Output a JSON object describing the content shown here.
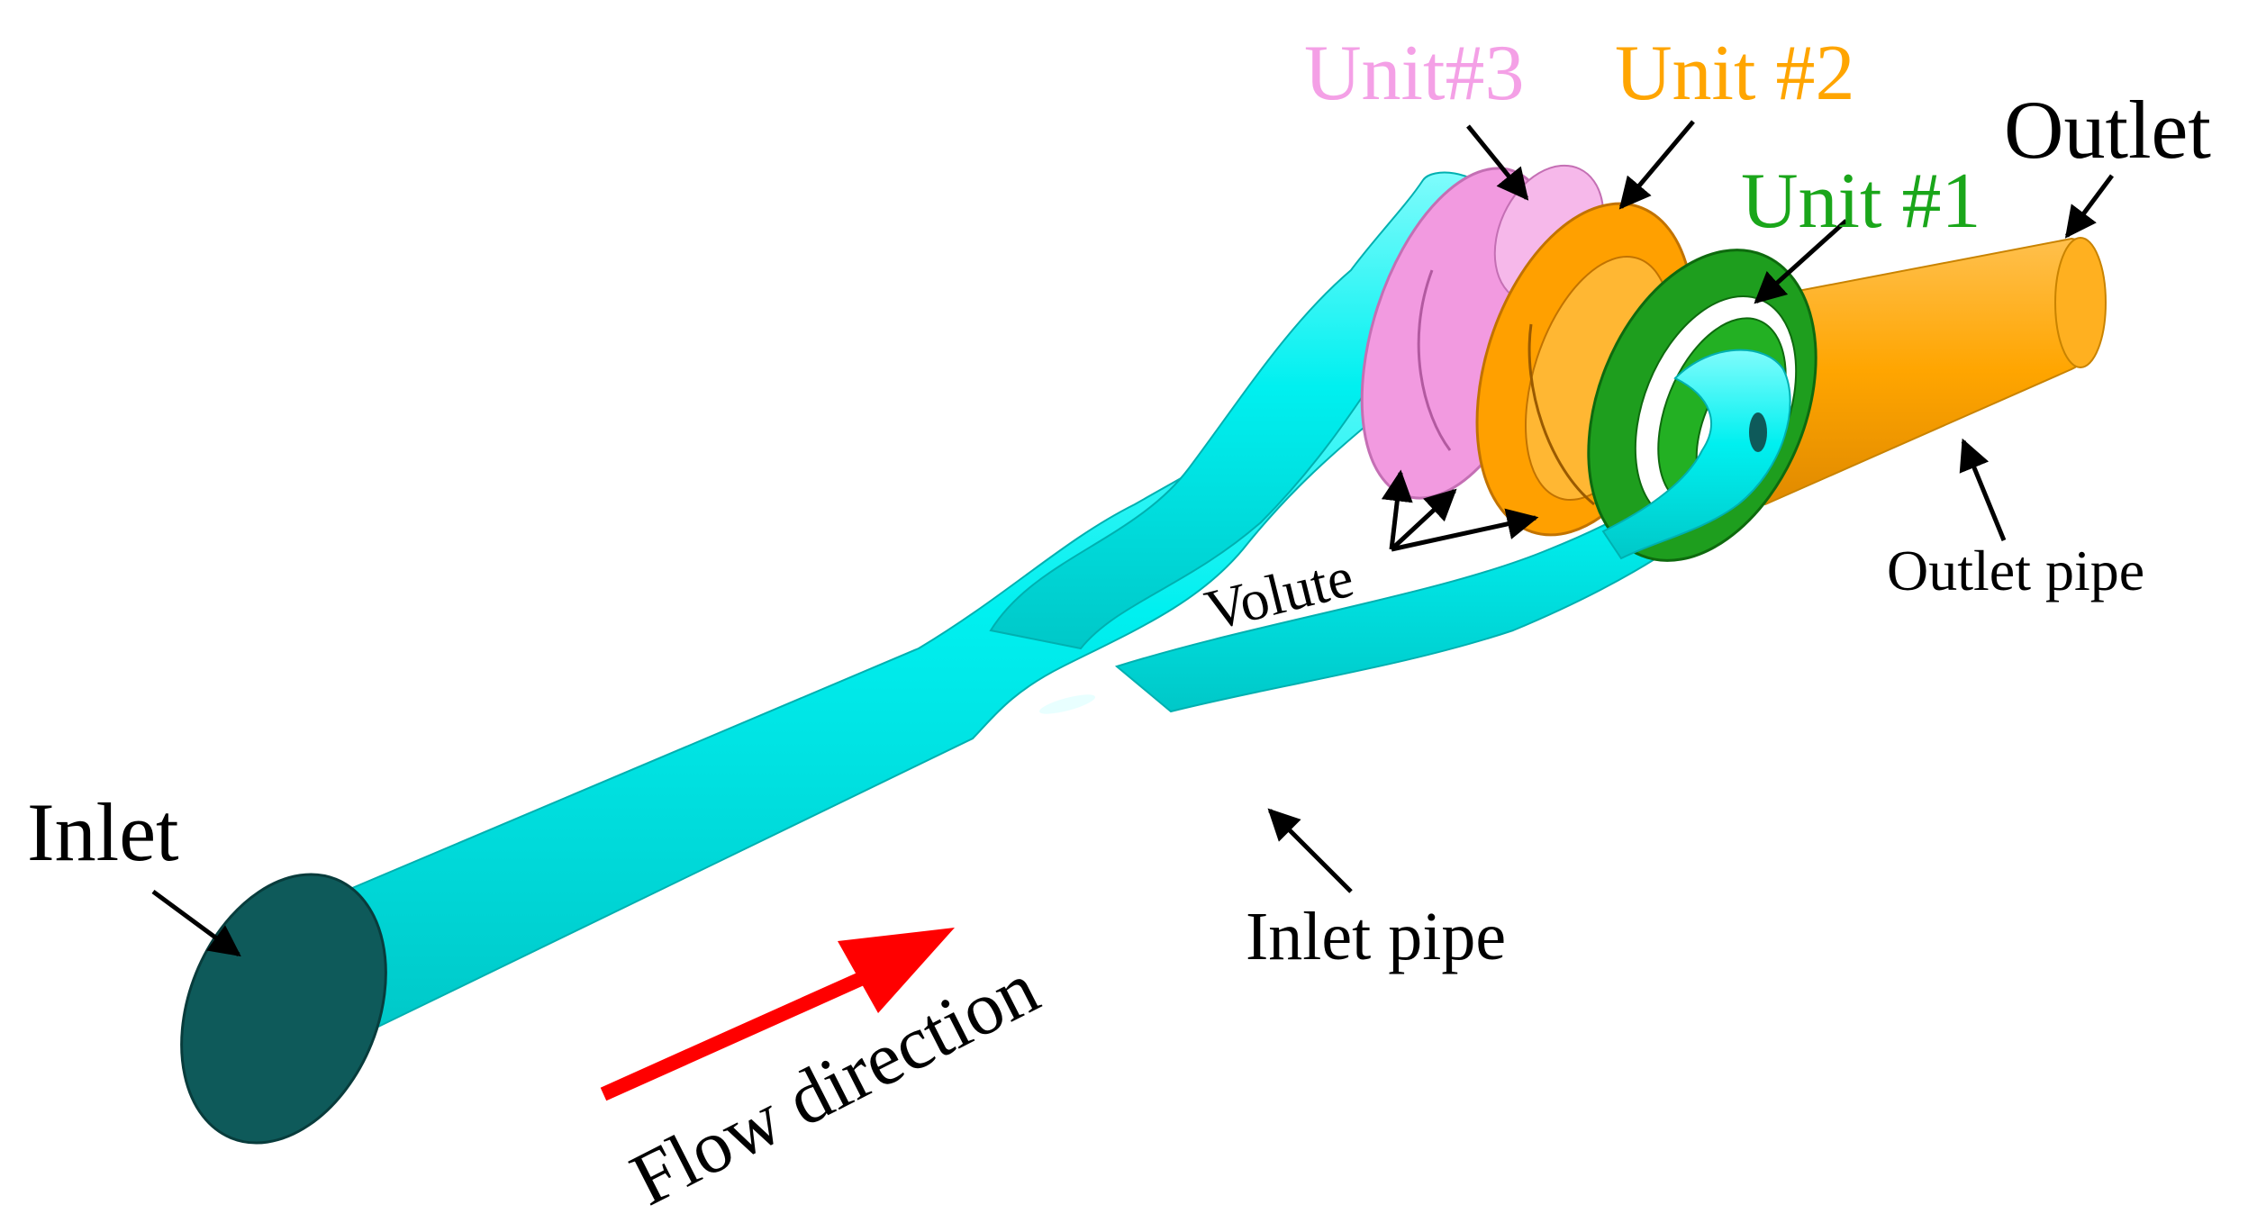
{
  "labels": {
    "unit3": "Unit#3",
    "unit2": "Unit #2",
    "unit1": "Unit #1",
    "outlet": "Outlet",
    "outlet_pipe": "Outlet pipe",
    "volute": "Volute",
    "inlet": "Inlet",
    "inlet_pipe": "Inlet pipe",
    "flow_direction": "Flow direction"
  },
  "colors": {
    "inlet_pipe": "#00F5F5",
    "inlet_face": "#0E5A5A",
    "outlet_pipe": "#FFA500",
    "unit1": "#1E9E1E",
    "unit2": "#FFA000",
    "unit3": "#F29AE0",
    "unit1_text": "#1AA61A",
    "unit2_text": "#FFA500",
    "unit3_text": "#F4A0E6",
    "flow_arrow": "#FF0000",
    "leader": "#000000"
  }
}
